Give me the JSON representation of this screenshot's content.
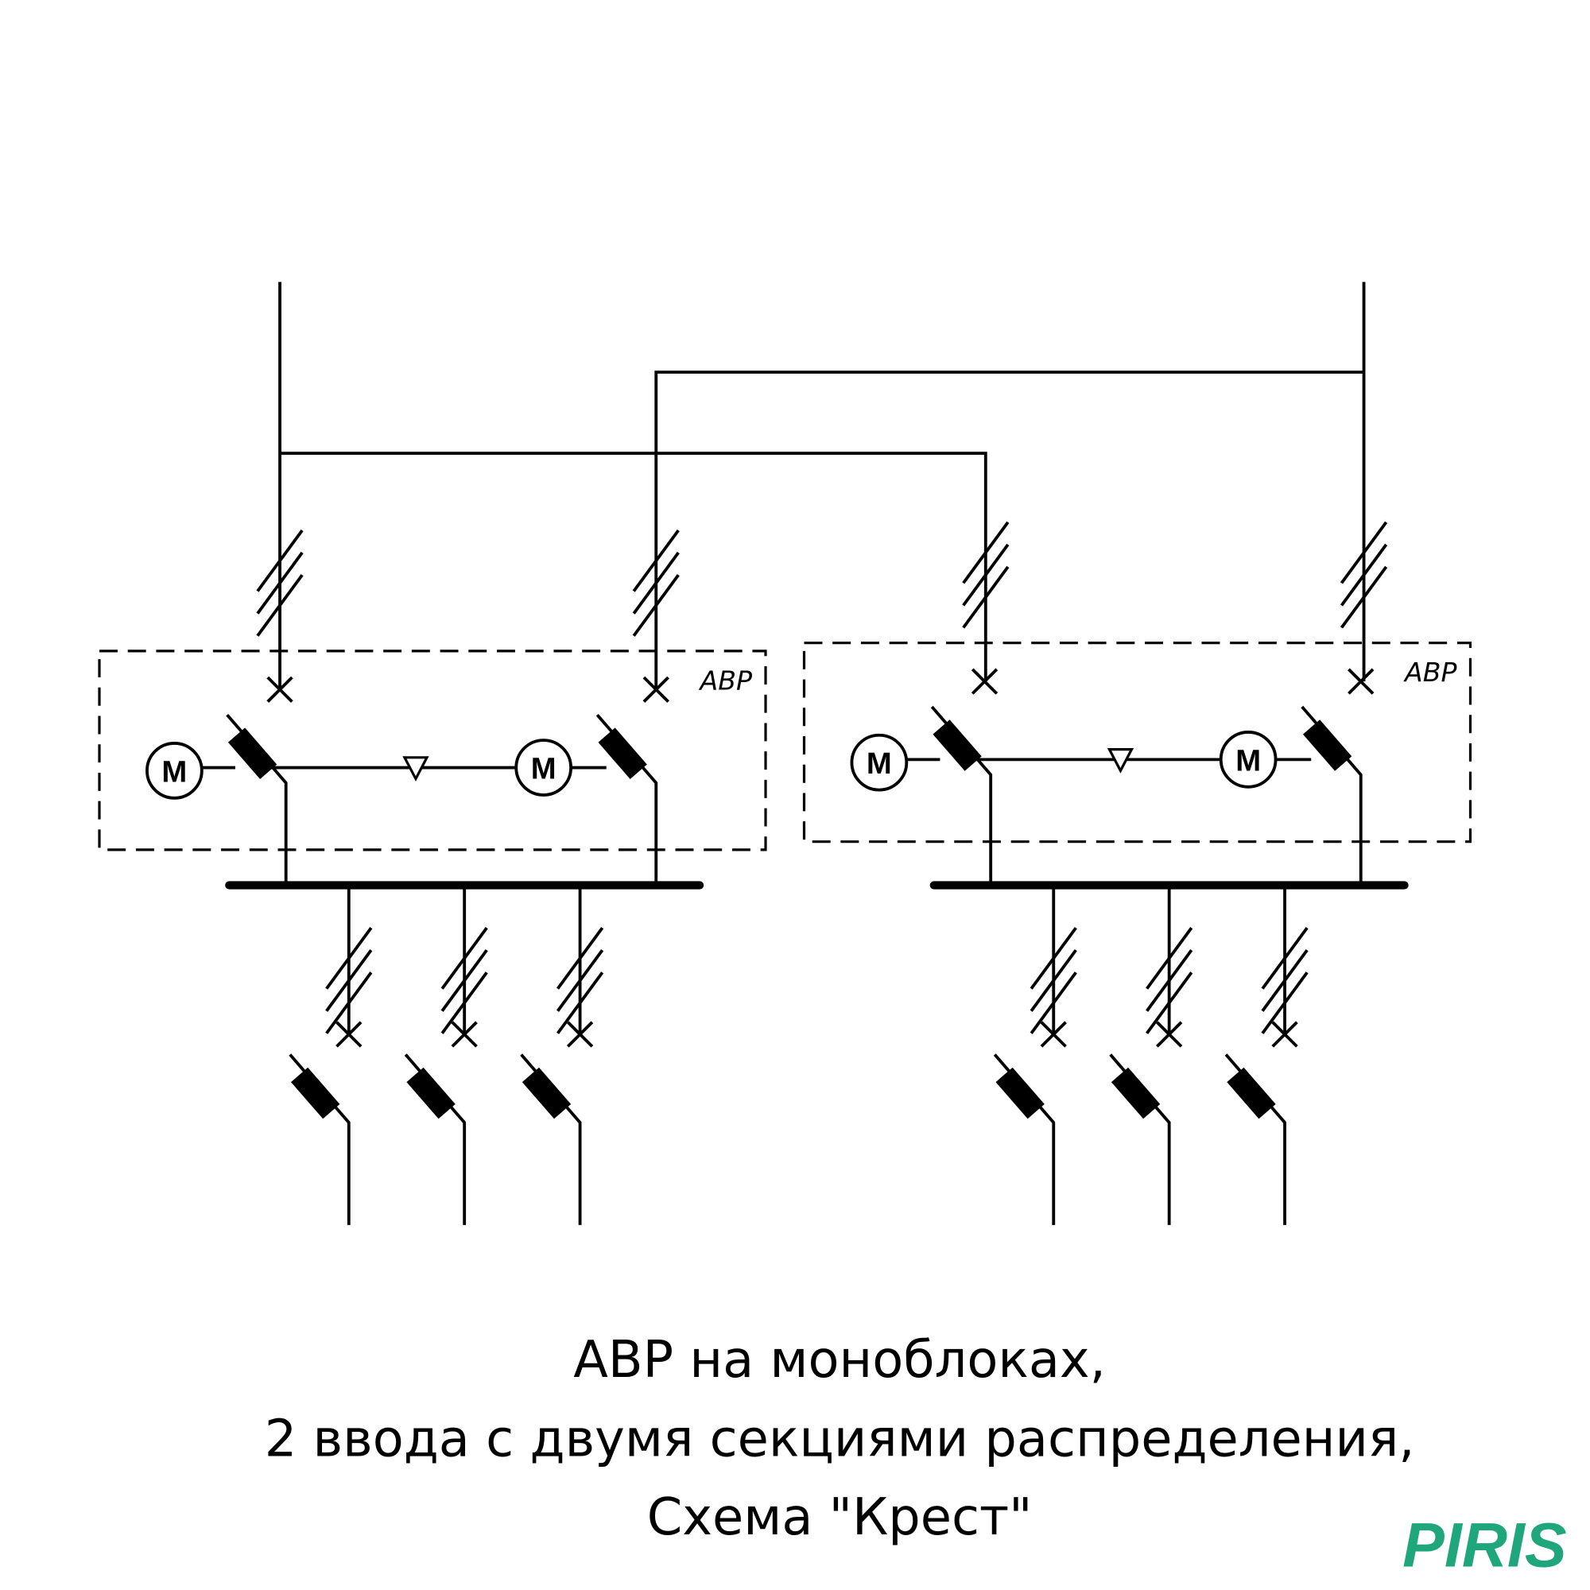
{
  "diagram": {
    "ats_label": "АВР",
    "motor_label": "М",
    "sections": 2,
    "outgoing_per_section": 3
  },
  "caption": {
    "line1": "АВР на моноблоках,",
    "line2": "2 ввода с двумя секциями распределения,",
    "line3": "Схема \"Крест\""
  },
  "logo": {
    "text": "PIRIS",
    "color": "#1fa67a"
  }
}
